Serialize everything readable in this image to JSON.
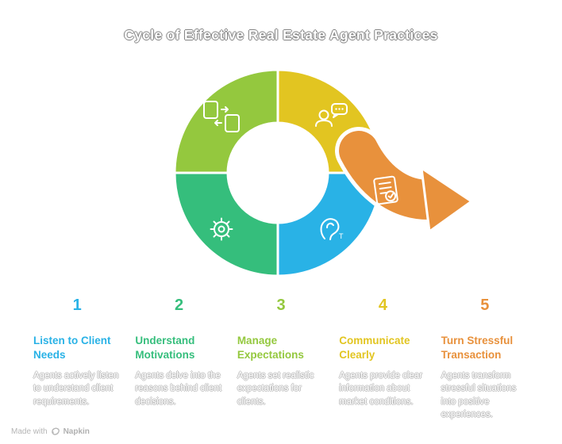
{
  "title": "Cycle of Effective Real Estate Agent Practices",
  "colors": {
    "lime": "#94C83E",
    "yellow": "#E2C521",
    "blue": "#29B2E6",
    "green": "#35BE7C",
    "orange": "#E8913C",
    "white": "#FFFFFF"
  },
  "cycle": {
    "ear_label": "T",
    "segments": [
      {
        "name": "document-exchange",
        "color": "#94C83E"
      },
      {
        "name": "person-chat",
        "color": "#E2C521"
      },
      {
        "name": "ear-listen",
        "color": "#29B2E6"
      },
      {
        "name": "gear-idea",
        "color": "#35BE7C"
      }
    ],
    "arrow": {
      "name": "checklist-arrow",
      "color": "#E8913C"
    }
  },
  "steps": [
    {
      "number": "1",
      "color": "#29B2E6",
      "title": "Listen to Client Needs",
      "description": "Agents actively listen to understand client requirements."
    },
    {
      "number": "2",
      "color": "#35BE7C",
      "title": "Understand Motivations",
      "description": "Agents delve into the reasons behind client decisions."
    },
    {
      "number": "3",
      "color": "#94C83E",
      "title": "Manage Expectations",
      "description": "Agents set realistic expectations for clients."
    },
    {
      "number": "4",
      "color": "#E2C521",
      "title": "Communicate Clearly",
      "description": "Agents provide clear information about market conditions."
    },
    {
      "number": "5",
      "color": "#E8913C",
      "title": "Turn Stressful Transaction",
      "description": "Agents transform stressful situations into positive experiences."
    }
  ],
  "watermark": {
    "made_with": "Made with",
    "brand": "Napkin"
  }
}
